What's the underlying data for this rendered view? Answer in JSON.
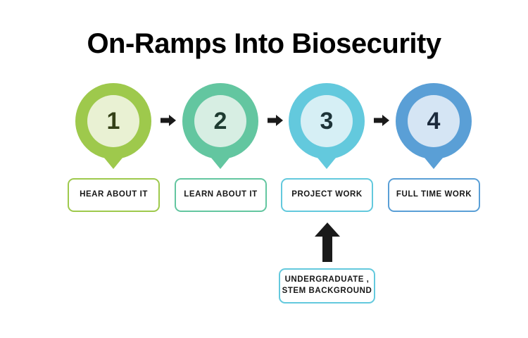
{
  "page": {
    "title": "On-Ramps Into Biosecurity",
    "background_color": "#ffffff"
  },
  "flow": {
    "steps": [
      {
        "number": "1",
        "label": "HEAR ABOUT IT",
        "ring_color": "#9ec94c",
        "fill_color": "#e9f1d3",
        "number_color": "#344017",
        "border_color": "#9ec94c"
      },
      {
        "number": "2",
        "label": "LEARN ABOUT IT",
        "ring_color": "#63c6a0",
        "fill_color": "#d7eee3",
        "number_color": "#1e3b31",
        "border_color": "#63c6a0"
      },
      {
        "number": "3",
        "label": "PROJECT WORK",
        "ring_color": "#63c9dd",
        "fill_color": "#d6eff5",
        "number_color": "#1d3338",
        "border_color": "#63c9dd"
      },
      {
        "number": "4",
        "label": "FULL TIME WORK",
        "ring_color": "#5a9fd6",
        "fill_color": "#d5e5f4",
        "number_color": "#1c2a3c",
        "border_color": "#5a9fd6"
      }
    ],
    "connectors": [
      {
        "icon": "arrow-right-icon"
      },
      {
        "icon": "arrow-right-icon"
      },
      {
        "icon": "arrow-right-icon"
      }
    ]
  },
  "entry_point": {
    "icon": "arrow-up-icon",
    "arrow_color": "#1a1a1a",
    "label_line1": "UNDERGRADUATE ,",
    "label_line2": "STEM BACKGROUND",
    "border_color": "#63c9dd",
    "points_to": "PROJECT WORK"
  }
}
